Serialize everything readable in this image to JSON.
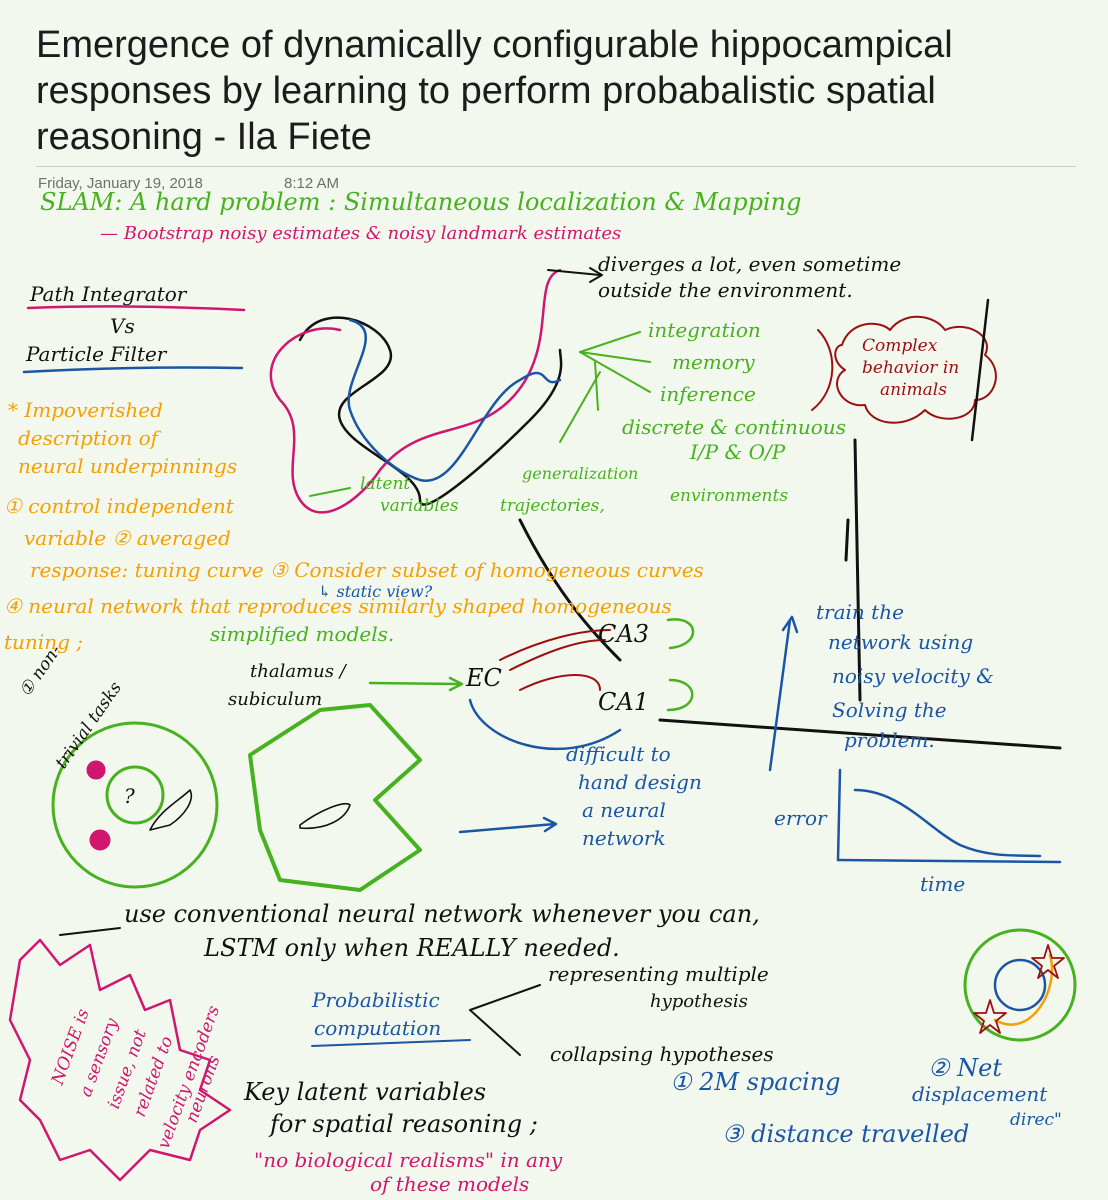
{
  "note": {
    "title": "Emergence of dynamically configurable hippocampical responses by learning to perform probabalistic spatial reasoning - Ila Fiete",
    "date": "Friday, January 19, 2018",
    "time": "8:12 AM"
  },
  "ink": {
    "slam": "SLAM: A hard problem : Simultaneous localization & Mapping",
    "bootstrap": "— Bootstrap noisy estimates & noisy landmark estimates",
    "diverges_1": "diverges a lot, even sometime",
    "diverges_2": "outside the environment.",
    "path_integrator": "Path Integrator",
    "vs": "Vs",
    "particle_filter": "Particle Filter",
    "integration": "integration",
    "memory": "memory",
    "inference": "inference",
    "discrete_1": "discrete & continuous",
    "discrete_2": "I/P & O/P",
    "complex_1": "Complex",
    "complex_2": "behavior in",
    "complex_3": "animals",
    "impov_1": "* Impoverished",
    "impov_2": "description of",
    "impov_3": "neural underpinnings",
    "latent_1": "latent",
    "latent_2": "variables",
    "generalization": "generalization",
    "trajectories": "trajectories,",
    "environments": "environments",
    "control_1": "① control independent",
    "control_2": "variable ② averaged",
    "control_3": "response: tuning curve ③ Consider subset of homogeneous curves",
    "static_view": "↳ static view?",
    "neural_net": "④ neural network that reproduces similarly shaped homogeneous",
    "tuning": "tuning ;",
    "simplified": "simplified models.",
    "thalamus_1": "thalamus /",
    "thalamus_2": "subiculum",
    "ec": "EC",
    "ca3": "CA3",
    "ca1": "CA1",
    "nontrivial_1": "① non-",
    "nontrivial_2": "trivial tasks",
    "question": "?",
    "difficult_1": "difficult to",
    "difficult_2": "hand design",
    "difficult_3": "a neural",
    "difficult_4": "network",
    "train_1": "train the",
    "train_2": "network using",
    "train_3": "noisy velocity &",
    "train_4": "Solving the",
    "train_5": "problem.",
    "error": "error",
    "time_label": "time",
    "conventional": "use conventional neural network whenever you can,",
    "lstm": "LSTM only when REALLY needed.",
    "noise_1": "NOISE is",
    "noise_2": "a sensory",
    "noise_3": "issue, not",
    "noise_4": "related to",
    "noise_5": "velocity encoders",
    "noise_6": "neurons",
    "prob_1": "Probabilistic",
    "prob_2": "computation",
    "representing_1": "representing multiple",
    "representing_2": "hypothesis",
    "collapsing": "collapsing hypotheses",
    "latent_key_1": "Key latent variables",
    "latent_key_2": "for spatial reasoning ;",
    "no_bio_1": "\"no biological realisms\" in any",
    "no_bio_2": "of these models",
    "grid": "① 2M spacing",
    "net_1": "② Net",
    "net_2": "displacement",
    "net_3": "direc\"",
    "distance": "③ distance travelled"
  },
  "colors": {
    "green": "#47b21f",
    "magenta": "#d0166f",
    "orange": "#f5a000",
    "blue": "#1a56a5",
    "black": "#111111",
    "darkred": "#9b1010"
  }
}
